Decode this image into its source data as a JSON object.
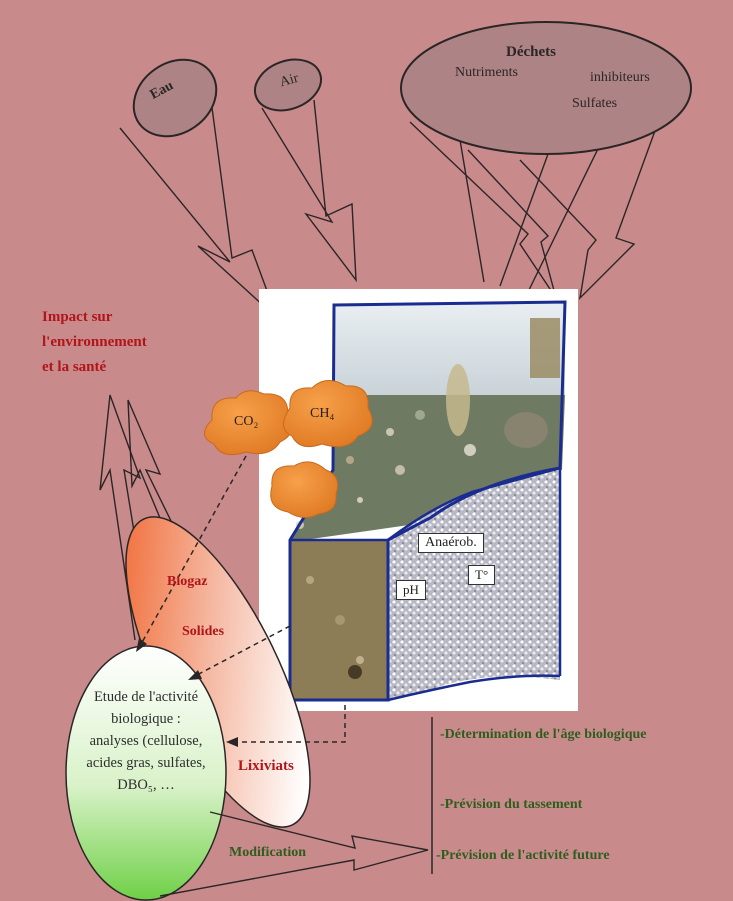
{
  "inputs": {
    "water": "Eau",
    "air": "Air",
    "waste_title": "Déchets",
    "waste_nutrients": "Nutriments",
    "waste_inhibitors": "inhibiteurs",
    "waste_sulfates": "Sulfates"
  },
  "impact": {
    "line1": "Impact sur",
    "line2": "l'environnement",
    "line3": "et la santé"
  },
  "gases": {
    "co2": "CO₂",
    "ch4": "CH₄"
  },
  "landfill_labels": {
    "anaerobic": "Anaérob.",
    "ph": "pH",
    "temperature": "T°"
  },
  "outputs": {
    "biogas": "Biogaz",
    "solids": "Solides",
    "leachate": "Lixiviats"
  },
  "study": {
    "text": "Etude de l'activité biologique : analyses (cellulose, acides gras, sulfates, DBO₅, …"
  },
  "modification": "Modification",
  "results": {
    "age": "-Détermination de l'âge biologique",
    "settlement": "-Prévision du tassement",
    "activity": "-Prévision de l'activité future"
  },
  "colors": {
    "background": "#c98a8c",
    "ellipse_fill": "#ad8386",
    "impact_text": "#b0151a",
    "result_text": "#2e5e1d",
    "cloud": "#e8862e",
    "frame": "#1a2c8f"
  }
}
